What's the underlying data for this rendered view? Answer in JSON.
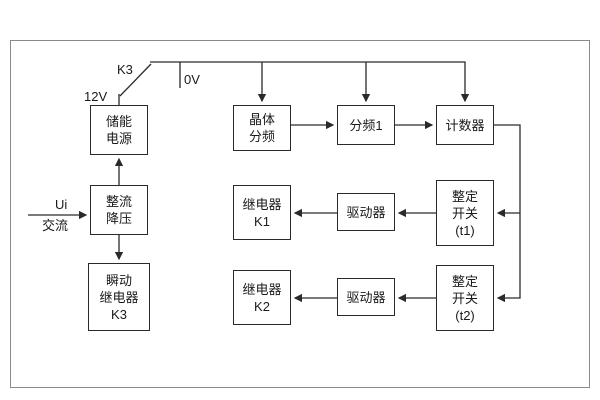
{
  "diagram": {
    "power_labels": {
      "switch": "K3",
      "supply_12v": "12V",
      "supply_0v": "0V"
    },
    "input_labels": {
      "signal": "Ui",
      "type": "交流"
    },
    "boxes": {
      "storage_power": {
        "lines": [
          "储能",
          "电源"
        ]
      },
      "rectifier_stepdown": {
        "lines": [
          "整流",
          "降压"
        ]
      },
      "instant_relay_k3": {
        "lines": [
          "瞬动",
          "继电器",
          "K3"
        ]
      },
      "crystal_divider": {
        "lines": [
          "晶体",
          "分频"
        ]
      },
      "divider_1": {
        "lines": [
          "分频1"
        ]
      },
      "counter": {
        "lines": [
          "计数器"
        ]
      },
      "relay_k1": {
        "lines": [
          "继电器",
          "K1"
        ]
      },
      "driver_1": {
        "lines": [
          "驱动器"
        ]
      },
      "setting_switch_t1": {
        "lines": [
          "整定",
          "开关",
          "(t1)"
        ]
      },
      "relay_k2": {
        "lines": [
          "继电器",
          "K2"
        ]
      },
      "driver_2": {
        "lines": [
          "驱动器"
        ]
      },
      "setting_switch_t2": {
        "lines": [
          "整定",
          "开关",
          "(t2)"
        ]
      }
    },
    "colors": {
      "line": "#2a2a2a",
      "box_border": "#2a2a2a",
      "text": "#1a1a1a",
      "frame_border": "#8a8a8a",
      "background": "#ffffff"
    }
  }
}
